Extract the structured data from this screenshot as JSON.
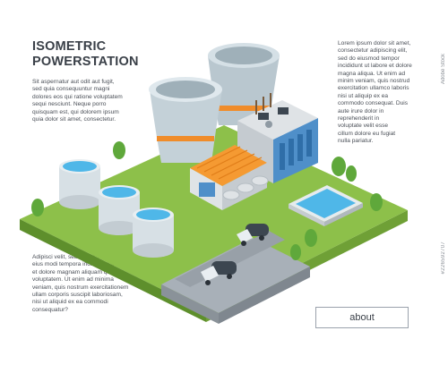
{
  "header": {
    "title_line1": "ISOMETRIC",
    "title_line2": "POWERSTATION"
  },
  "text": {
    "left_paragraph": "Sit aspernatur aut odit aut fugit,\nsed quia consequuntur magni\ndolores eos qui ratione voluptatem\nsequi nesciunt. Neque porro\nquisquam est, qui dolorem ipsum\nquia dolor sit amet, consectetur.",
    "right_paragraph": "Lorem ipsum dolor sit amet,\nconsectetur adipiscing elit,\nsed do eiusmod tempor\nincididunt ut labore et dolore\nmagna aliqua. Ut enim ad\nminim veniam, quis nostrud\nexercitation ullamco laboris\nnisi ut aliquip ex ea\ncommodo consequat. Duis\naute irure dolor in\nreprehenderit in\nvoluptate velit esse\ncillum dolore eu fugiat\nnulla pariatur.",
    "bottom_paragraph": "Adipisci velit, sed quia non numquam\neius modi tempora incidunt ut labore\net dolore magnam aliquam quaerat\nvoluptatem. Ut enim ad minima\nveniam, quis nostrum exercitationem\nullam corporis suscipit laboriosam,\nnisi ut aliquid ex ea commodi\nconsequatur?"
  },
  "buttons": {
    "about_label": "about"
  },
  "watermark": {
    "brand": "Adobe Stock",
    "id": "#226592707"
  },
  "colors": {
    "grass": "#8dc04a",
    "grass_side": "#5e8f2c",
    "road": "#a8b0b8",
    "tower": "#b9c7cf",
    "tower_band": "#f08c2a",
    "water": "#4fb7e8",
    "building_blue": "#4f8fc9",
    "roof_orange": "#f59a32",
    "tree": "#5fa83b",
    "truck_cab": "#e9eef2",
    "tank_dark": "#3c4650",
    "text": "#3a4048"
  }
}
